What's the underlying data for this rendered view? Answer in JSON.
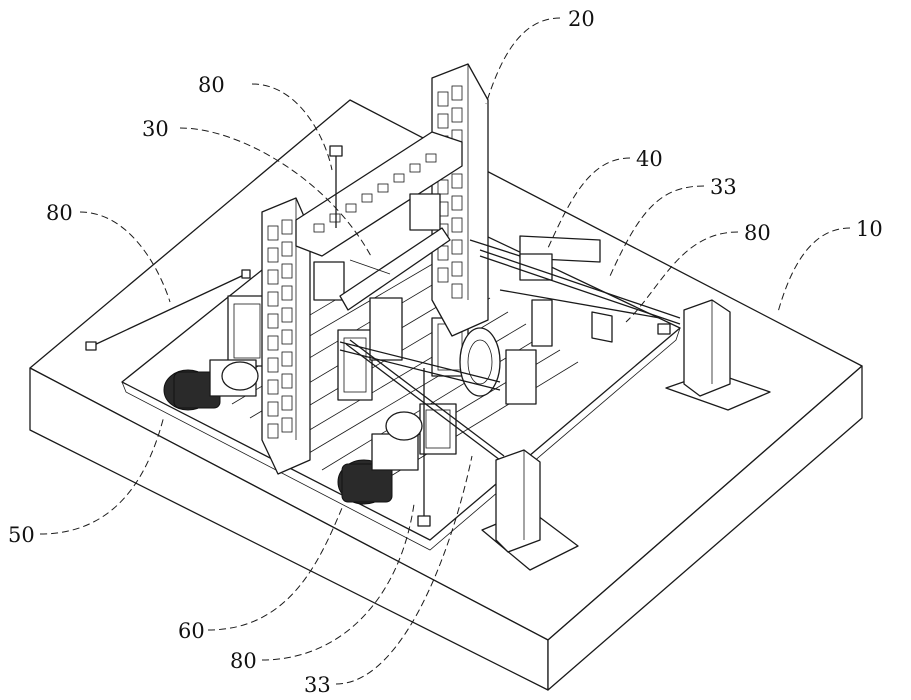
{
  "labels": {
    "l20": "20",
    "l80_top": "80",
    "l30": "30",
    "l40": "40",
    "l33_right": "33",
    "l80_right": "80",
    "l10": "10",
    "l80_left": "80",
    "l50": "50",
    "l60": "60",
    "l80_bottom": "80",
    "l33_bottom": "33"
  }
}
